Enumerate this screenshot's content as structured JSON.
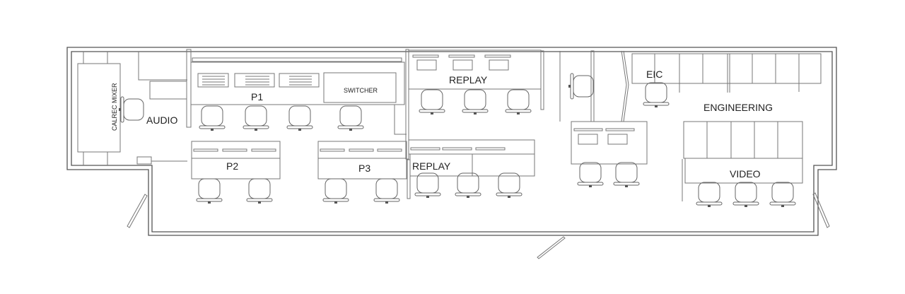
{
  "plan": {
    "rooms": {
      "audio": "AUDIO",
      "calrec_mixer": "CALREC MIXER",
      "p1": "P1",
      "switcher": "SWITCHER",
      "p2": "P2",
      "p3": "P3",
      "replay_top": "REPLAY",
      "replay_bottom": "REPLAY",
      "eic": "EIC",
      "engineering": "ENGINEERING",
      "video": "VIDEO"
    },
    "colors": {
      "line": "#555555",
      "background": "#ffffff"
    }
  }
}
